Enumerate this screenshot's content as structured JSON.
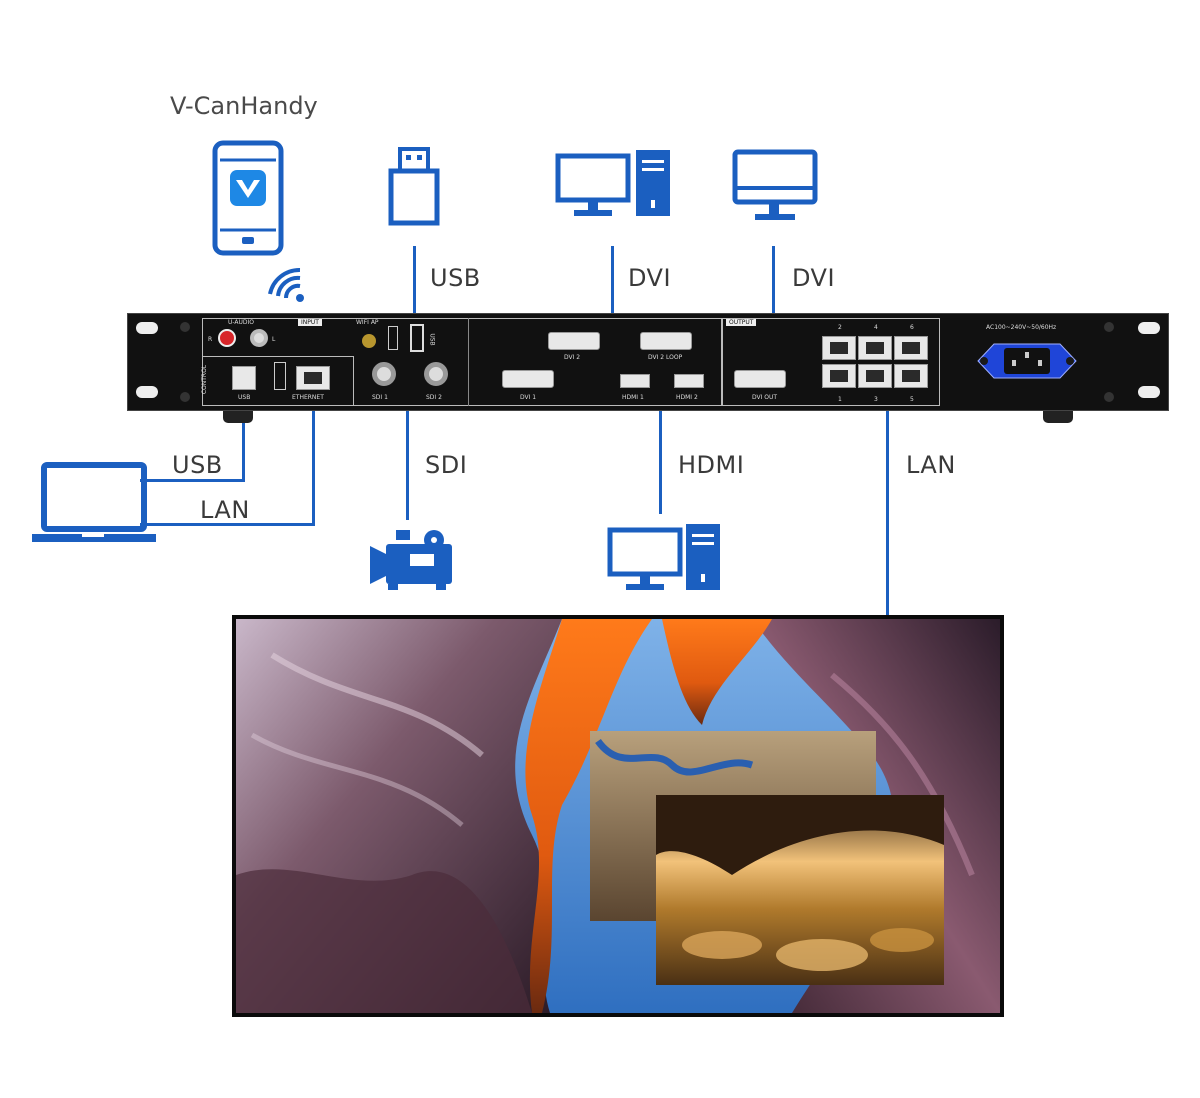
{
  "app": {
    "name": "V-CanHandy"
  },
  "connections": {
    "usb_top": "USB",
    "dvi_input": "DVI",
    "dvi_output": "DVI",
    "usb_control": "USB",
    "lan_control": "LAN",
    "sdi": "SDI",
    "hdmi": "HDMI",
    "lan_output": "LAN"
  },
  "panel": {
    "input_tag": "INPUT",
    "output_tag": "OUTPUT",
    "control_tag": "CONTROL",
    "u_audio": "U-AUDIO",
    "audio_r": "R",
    "audio_l": "L",
    "wifi_ap": "WIFI AP",
    "usb_vertical": "USB",
    "usb_port": "USB",
    "ethernet_port": "ETHERNET",
    "sdi1": "SDI 1",
    "sdi2": "SDI 2",
    "dvi2": "DVI 2",
    "dvi2_loop": "DVI 2 LOOP",
    "dvi1": "DVI 1",
    "hdmi1": "HDMI 1",
    "hdmi2": "HDMI 2",
    "dvi_out": "DVI OUT",
    "lan_top": [
      "2",
      "4",
      "6"
    ],
    "lan_bottom": [
      "1",
      "3",
      "5"
    ],
    "power": "AC100~240V~50/60Hz"
  },
  "colors": {
    "accent": "#1b5fc0",
    "power_socket": "#1f45d8",
    "audio_red": "#d8262a"
  }
}
